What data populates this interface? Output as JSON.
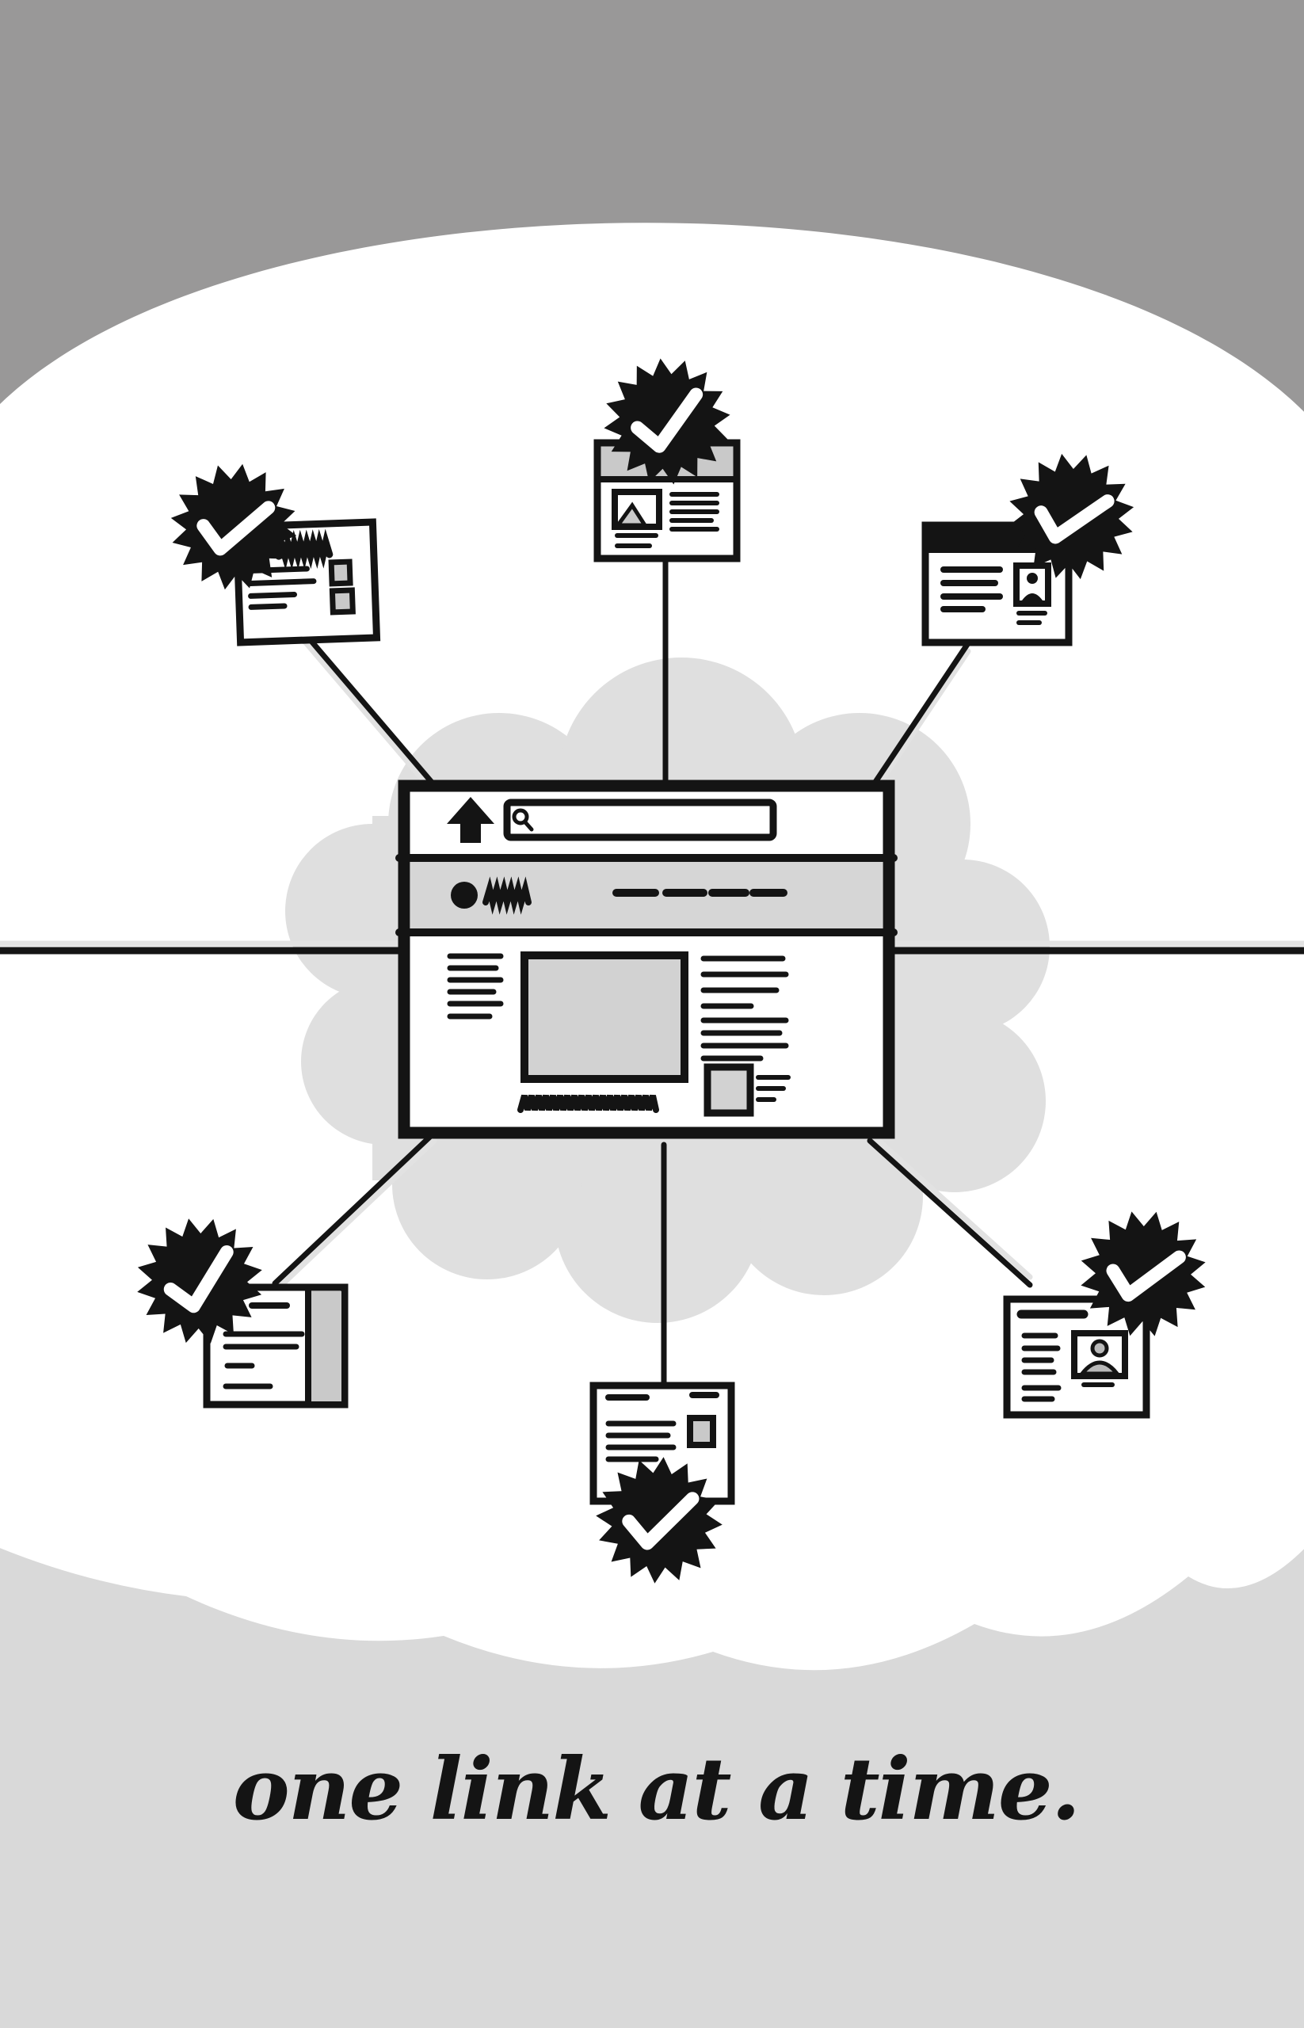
{
  "caption": {
    "text": "one link at a time."
  },
  "palette": {
    "background_top": "#999898",
    "background_bottom": "#d9d9d9",
    "cloud": "#dfdfdf",
    "panel_gray": "#d6d6d6",
    "placeholder_gray": "#d2d2d2",
    "card_gray": "#c9c9c9",
    "ink": "#141414",
    "paper": "#ffffff"
  },
  "icons": {
    "badge": "verified-check-badge-icon",
    "browser": [
      "share-arrow-icon",
      "search-icon",
      "logo-circle-icon",
      "photo-placeholder"
    ],
    "cards": [
      "photo-placeholder-icon",
      "portrait-icon",
      "stamp-square"
    ]
  },
  "counts": {
    "verified_badges": 6,
    "connector_lines": 6,
    "nav_dashes": 4
  }
}
